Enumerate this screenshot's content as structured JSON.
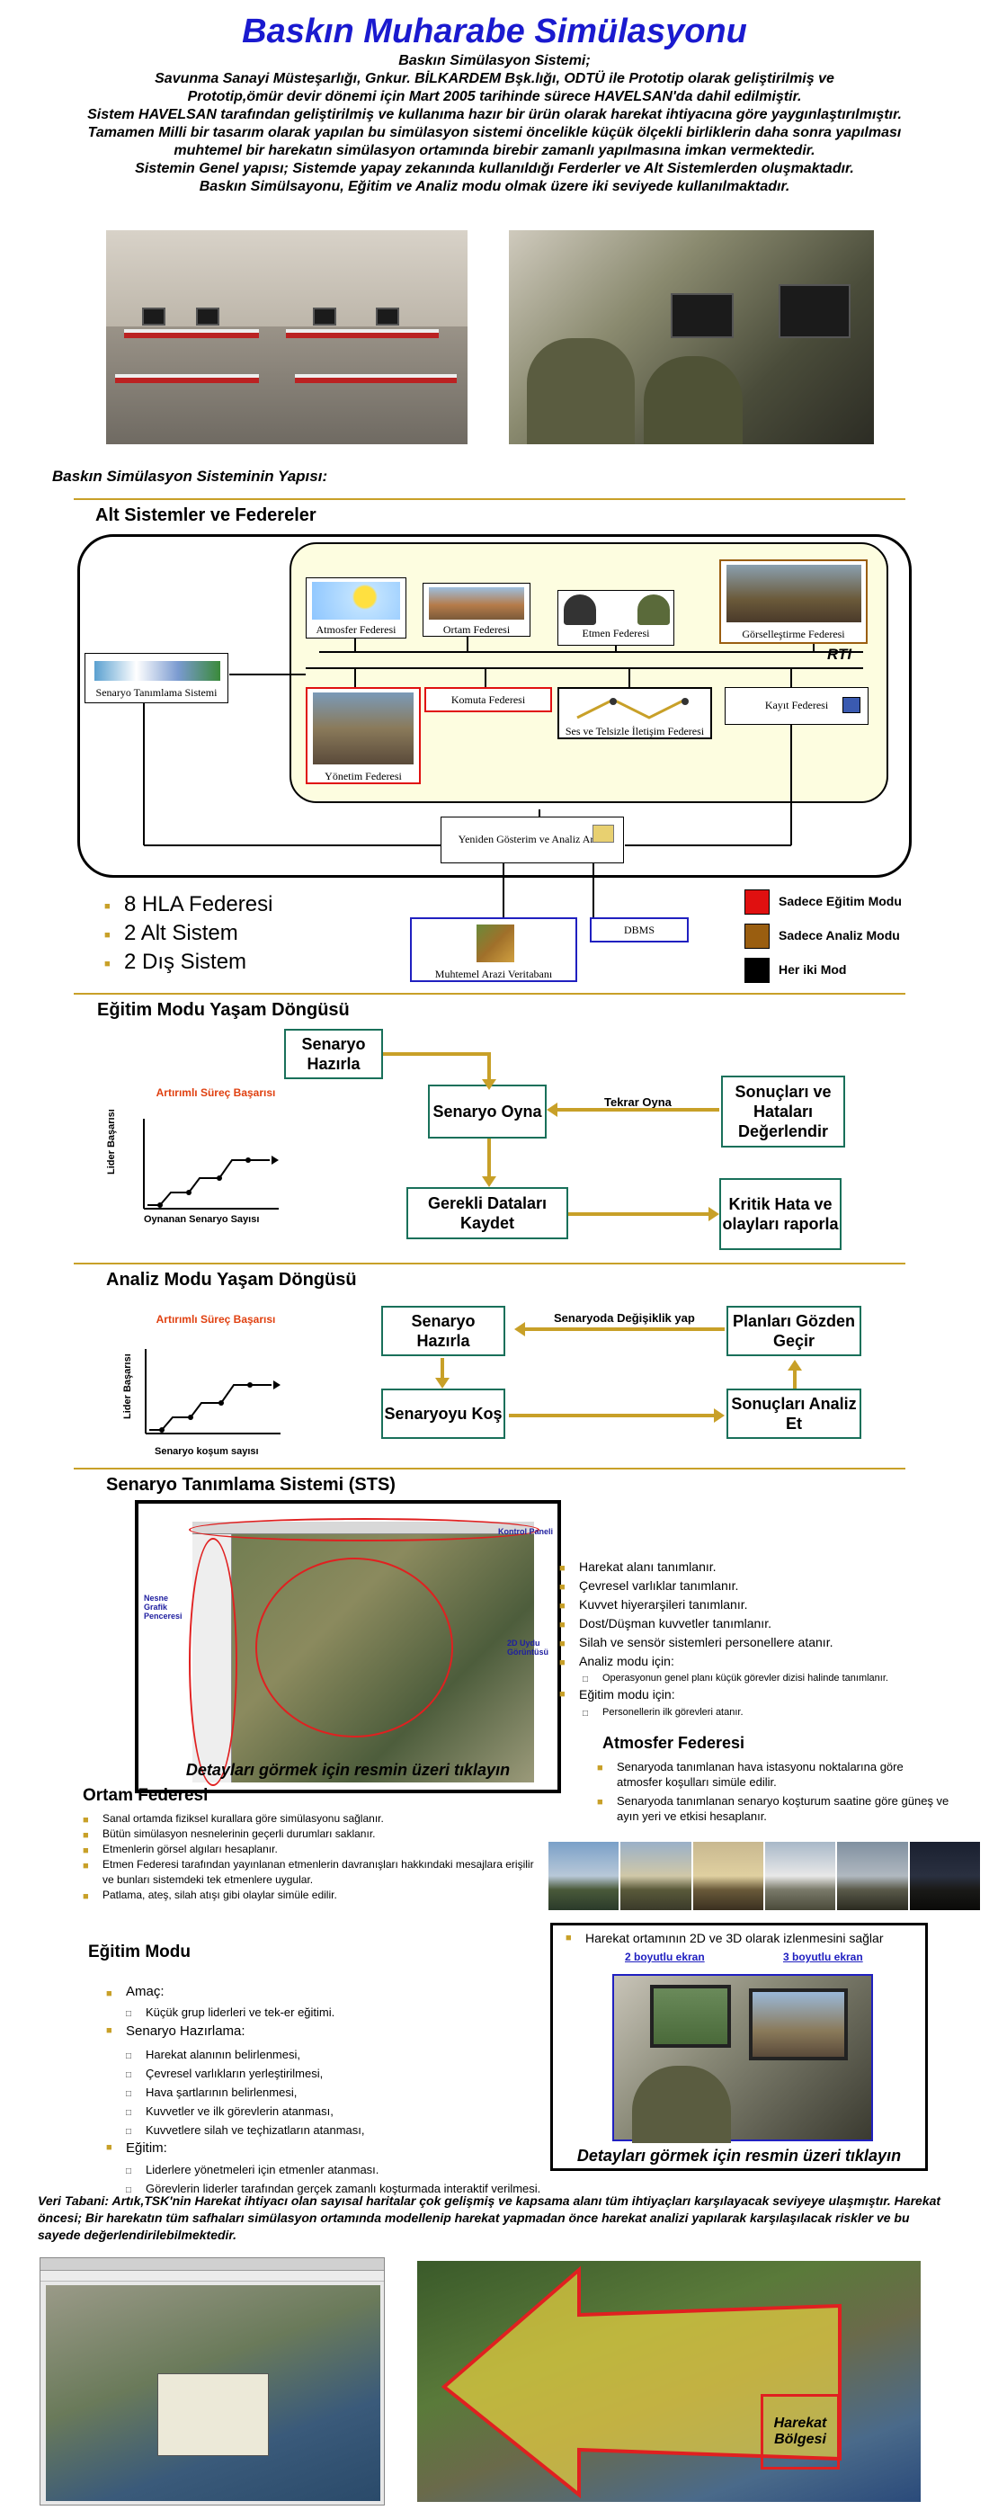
{
  "header": {
    "title": "Baskın Muharabe Simülasyonu",
    "lines": [
      "Baskın Simülasyon Sistemi;",
      "Savunma Sanayi Müsteşarlığı, Gnkur. BİLKARDEM Bşk.lığı, ODTÜ ile Prototip olarak geliştirilmiş ve",
      "Prototip,ömür devir dönemi için Mart 2005 tarihinde sürece HAVELSAN'da dahil edilmiştir.",
      "Sistem HAVELSAN tarafından geliştirilmiş ve kullanıma hazır bir ürün olarak harekat ihtiyacına göre yaygınlaştırılmıştır.",
      "Tamamen Milli bir tasarım olarak yapılan bu simülasyon sistemi öncelikle küçük  ölçekli  birliklerin daha sonra yapılması",
      "muhtemel bir harekatın simülasyon ortamında birebir zamanlı yapılmasına imkan vermektedir.",
      "Sistemin Genel yapısı; Sistemde yapay zekanında kullanıldığı Ferderler ve Alt Sistemlerden oluşmaktadır.",
      "Baskın Simülsayonu, Eğitim ve Analiz modu olmak üzere iki seviyede kullanılmaktadır."
    ]
  },
  "structure": {
    "heading": "Baskın Simülasyon Sisteminin Yapısı:",
    "subheading": "Alt Sistemler ve Federeler",
    "nodes": {
      "senaryo": "Senaryo Tanımlama Sistemi",
      "atmosfer": "Atmosfer Federesi",
      "ortam": "Ortam Federesi",
      "etmen": "Etmen Federesi",
      "gorsel": "Görselleştirme Federesi",
      "rti": "RTI",
      "yonetim": "Yönetim Federesi",
      "komuta": "Komuta Federesi",
      "ses": "Ses ve Telsizle İletişim Federesi",
      "kayit": "Kayıt Federesi",
      "yeniden": "Yeniden Gösterim ve Analiz Aracı",
      "dbms": "DBMS",
      "muhtemel": "Muhtemel Arazi Veritabanı"
    },
    "stats": [
      "8 HLA Federesi",
      "2 Alt Sistem",
      "2 Dış Sistem"
    ],
    "legend": [
      {
        "label": "Sadece Eğitim Modu",
        "color": "#e01010"
      },
      {
        "label": "Sadece Analiz Modu",
        "color": "#9a5e10"
      },
      {
        "label": "Her iki Mod",
        "color": "#000000"
      }
    ]
  },
  "training": {
    "heading": "Eğitim Modu Yaşam Döngüsü",
    "chart_title": "Artırımlı Süreç Başarısı",
    "ylabel": "Lider Başarısı",
    "xlabel": "Oynanan Senaryo Sayısı",
    "boxes": {
      "hazirla": "Senaryo Hazırla",
      "oyna": "Senaryo Oyna",
      "sonuc": "Sonuçları ve Hataları Değerlendir",
      "kaydet": "Gerekli Dataları Kaydet",
      "kritik": "Kritik Hata ve olayları raporla"
    },
    "tekrar": "Tekrar Oyna"
  },
  "analysis": {
    "heading": "Analiz Modu Yaşam Döngüsü",
    "chart_title": "Artırımlı Süreç Başarısı",
    "ylabel": "Lider Başarısı",
    "xlabel": "Senaryo koşum sayısı",
    "boxes": {
      "hazirla": "Senaryo Hazırla",
      "kos": "Senaryoyu Koş",
      "plan": "Planları Gözden Geçir",
      "analiz": "Sonuçları Analiz Et"
    },
    "degisiklik": "Senaryoda Değişiklik yap"
  },
  "sts": {
    "heading": "Senaryo Tanımlama Sistemi (STS)",
    "callouts": {
      "kontrol": "Kontrol Paneli",
      "nesne": "Nesne Grafik Penceresi",
      "gorunum": "2D Uydu Görüntüsü"
    },
    "caption": "Detayları görmek için resmin üzeri tıklayın",
    "bullets": [
      "Harekat alanı tanımlanır.",
      "Çevresel varlıklar tanımlanır.",
      "Kuvvet hiyerarşileri tanımlanır.",
      "Dost/Düşman kuvvetler tanımlanır.",
      "Silah ve sensör sistemleri personellere atanır.",
      "Analiz modu için:"
    ],
    "analiz_sub": "Operasyonun genel planı küçük görevler dizisi halinde tanımlanır.",
    "egitim_item": "Eğitim modu için:",
    "egitim_sub": "Personellerin ilk görevleri atanır."
  },
  "atmosfer": {
    "heading": "Atmosfer Federesi",
    "bullets": [
      "Senaryoda tanımlanan hava istasyonu noktalarına göre atmosfer koşulları simüle edilir.",
      "Senaryoda tanımlanan senaryo koşturum saatine göre güneş ve ayın yeri ve etkisi hesaplanır."
    ]
  },
  "ortam": {
    "heading": "Ortam Federesi",
    "bullets": [
      "Sanal ortamda fiziksel kurallara göre simülasyonu sağlanır.",
      "Bütün simülasyon nesnelerinin geçerli durumları saklanır.",
      "Etmenlerin görsel algıları hesaplanır.",
      "Etmen Federesi tarafından yayınlanan etmenlerin davranışları hakkındaki mesajlara erişilir ve bunları sistemdeki tek etmenlere uygular.",
      "Patlama, ateş, silah atışı gibi olaylar simüle edilir."
    ]
  },
  "egitim": {
    "heading": "Eğitim Modu",
    "amac": "Amaç:",
    "amac_sub": "Küçük grup liderleri ve tek-er eğitimi.",
    "hazirlama": "Senaryo Hazırlama:",
    "hazirlama_sub": [
      "Harekat alanının belirlenmesi,",
      "Çevresel varlıkların yerleştirilmesi,",
      "Hava şartlarının belirlenmesi,",
      "Kuvvetler ve ilk görevlerin atanması,",
      "Kuvvetlere silah ve teçhizatların atanması,"
    ],
    "egitim": "Eğitim:",
    "egitim_sub": [
      "Liderlere yönetmeleri için etmenler atanması.",
      "Görevlerin liderler tarafından gerçek zamanlı koşturmada interaktif verilmesi."
    ]
  },
  "screens": {
    "bullet": "Harekat ortamının 2D ve 3D olarak izlenmesini sağlar",
    "label_2d": "2 boyutlu ekran",
    "label_3d": "3 boyutlu ekran",
    "caption": "Detayları görmek için resmin üzeri tıklayın"
  },
  "veri": {
    "text": "Veri Tabani: Artık,TSK'nin Harekat ihtiyacı olan sayısal haritalar çok gelişmiş ve kapsama alanı tüm ihtiyaçları karşılayacak seviyeye ulaşmıştır.  Harekat öncesi; Bir harekatın  tüm  safhaları  simülasyon  ortamında modellenip harekat yapmadan  önce harekat analizi yapılarak karşılaşılacak riskler ve bu sayede değerlendirilebilmektedir.",
    "bolge": "Harekat Bölgesi"
  }
}
